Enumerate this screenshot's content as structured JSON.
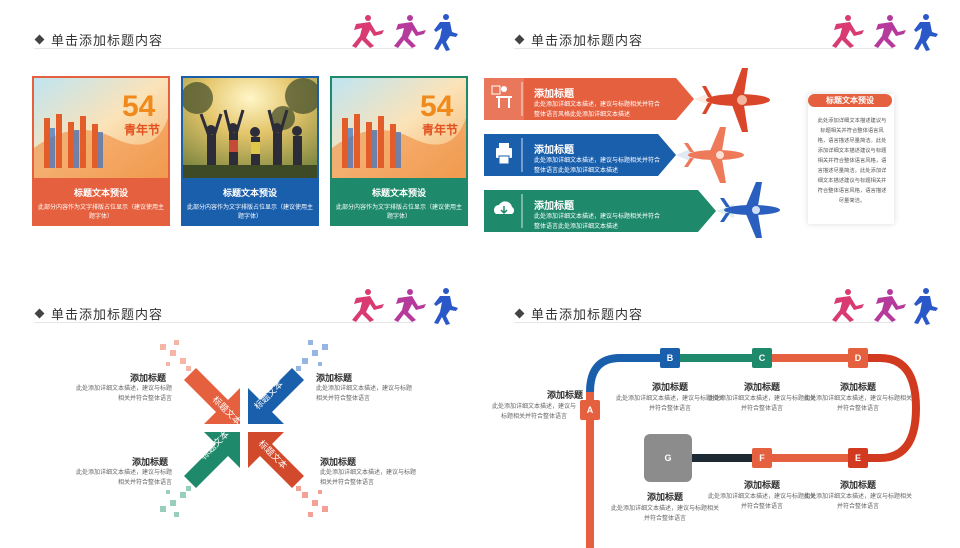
{
  "section_title": "单击添加标题内容",
  "q1": {
    "cards": [
      {
        "title": "标题文本预设",
        "desc": "此部分内容作为文字排版占位显示（建议使用主题字体）",
        "color": "#e5603f",
        "photo": "54 youth festival poster"
      },
      {
        "title": "标题文本预设",
        "desc": "此部分内容作为文字排版占位显示（建议使用主题字体）",
        "color": "#1a5fac",
        "photo": "people cheering in park"
      },
      {
        "title": "标题文本预设",
        "desc": "此部分内容作为文字排版占位显示（建议使用主题字体）",
        "color": "#1f8a6b",
        "photo": "54 youth festival poster"
      }
    ],
    "poster_number": "54",
    "poster_word": "青年节"
  },
  "q2": {
    "rows": [
      {
        "title": "添加标题",
        "desc": "此处添加详细文本描述，建议与标题相关并符合整体语言风格此处添加详细文本描述",
        "color": "#e5603f",
        "icon": "meeting-icon"
      },
      {
        "title": "添加标题",
        "desc": "此处添加详细文本描述，建议与标题相关并符合整体语言此处添加详细文本描述",
        "color": "#1a5fac",
        "icon": "printer-icon"
      },
      {
        "title": "添加标题",
        "desc": "此处添加详细文本描述，建议与标题相关并符合整体语言此处添加详细文本描述",
        "color": "#1f8a6b",
        "icon": "cloud-download-icon"
      }
    ],
    "side_title": "标题文本预设",
    "side_text": "此处添加详细文本描述建议与标题相关并符合整体语言风格，语言描述尽量简洁。此处添加详细文本描述建议与标题相关并符合整体语言风格，语言描述尽量简洁。此处添加详细文本描述建议与标题相关并符合整体语言风格，语言描述尽量简洁。"
  },
  "q3": {
    "arrow_label": "标题文本",
    "blocks": [
      {
        "title": "添加标题",
        "desc": "此处添加详细文本描述，建议与标题相关并符合整体语言"
      },
      {
        "title": "添加标题",
        "desc": "此处添加详细文本描述，建议与标题相关并符合整体语言"
      },
      {
        "title": "添加标题",
        "desc": "此处添加详细文本描述，建议与标题相关并符合整体语言"
      },
      {
        "title": "添加标题",
        "desc": "此处添加详细文本描述，建议与标题相关并符合整体语言"
      }
    ]
  },
  "q4": {
    "nodes": [
      "A",
      "B",
      "C",
      "D",
      "E",
      "F",
      "G"
    ],
    "node_title": "添加标题",
    "node_desc": "此处添加详细文本描述，建议与标题相关并符合整体语言"
  }
}
